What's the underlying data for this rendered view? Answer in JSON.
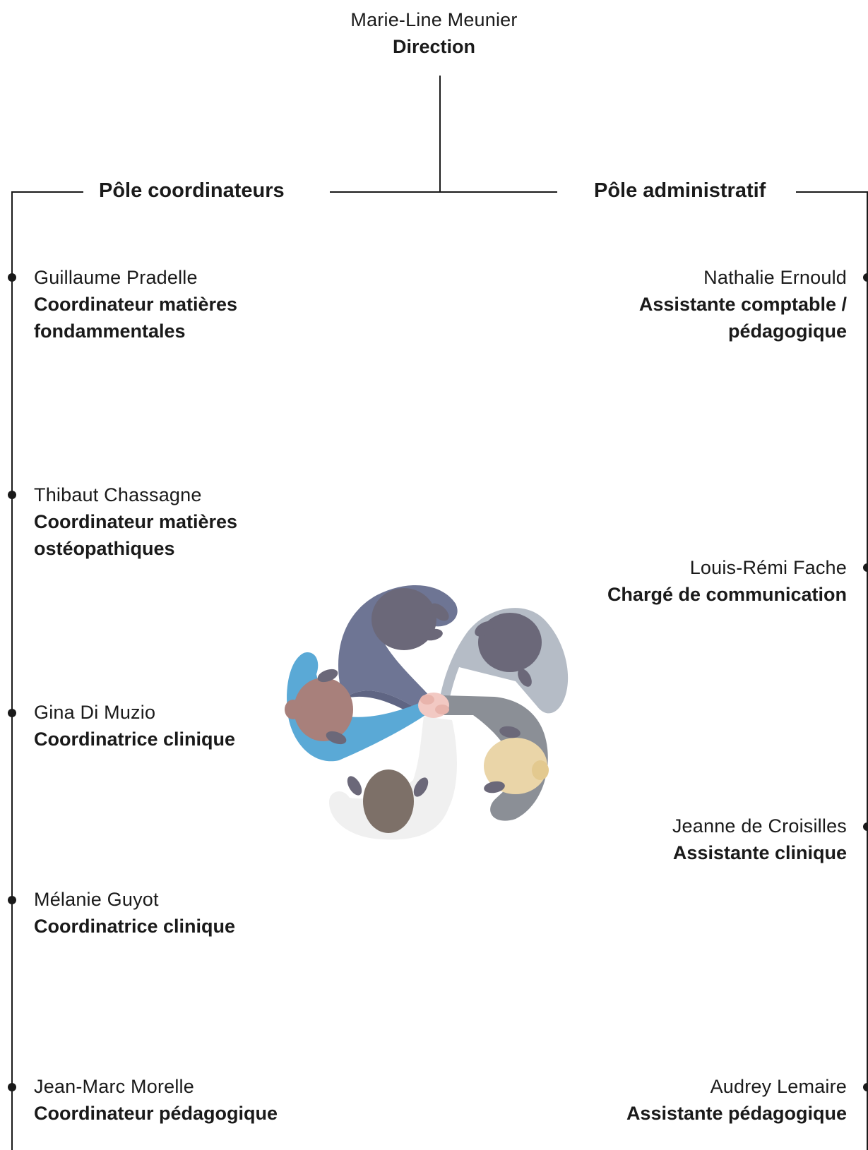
{
  "director": {
    "name": "Marie-Line Meunier",
    "role": "Direction"
  },
  "poles": {
    "left": {
      "title": "Pôle coordinateurs",
      "members": [
        {
          "name": "Guillaume Pradelle",
          "role": [
            "Coordinateur matières",
            "fondammentales"
          ]
        },
        {
          "name": "Thibaut Chassagne",
          "role": [
            "Coordinateur matières",
            "ostéopathiques"
          ]
        },
        {
          "name": "Gina Di Muzio",
          "role": [
            "Coordinatrice clinique"
          ]
        },
        {
          "name": "Mélanie Guyot",
          "role": [
            "Coordinatrice clinique"
          ]
        },
        {
          "name": "Jean-Marc Morelle",
          "role": [
            "Coordinateur pédagogique"
          ]
        }
      ]
    },
    "right": {
      "title": "Pôle administratif",
      "members": [
        {
          "name": "Nathalie Ernould",
          "role": [
            "Assistante comptable /",
            "pédagogique"
          ]
        },
        {
          "name": "Louis-Rémi Fache",
          "role": [
            "Chargé de communication"
          ]
        },
        {
          "name": "Jeanne de Croisilles",
          "role": [
            "Assistante clinique"
          ]
        },
        {
          "name": "Audrey Lemaire",
          "role": [
            "Assistante pédagogique"
          ]
        }
      ]
    }
  },
  "illustration": {
    "icon": "team-huddle-illustration"
  },
  "colors": {
    "line": "#1a1a1a",
    "person_navy": "#6e7594",
    "person_lightgray": "#b5bcc6",
    "person_blue": "#5aa9d6",
    "person_gray": "#8b8f96",
    "person_white": "#f0f0f0",
    "hair_dark": "#6b6879",
    "hair_brown": "#7d7068",
    "hair_red": "#a8807b",
    "hair_blond": "#ead5a8",
    "skin": "#f2c9c3"
  }
}
